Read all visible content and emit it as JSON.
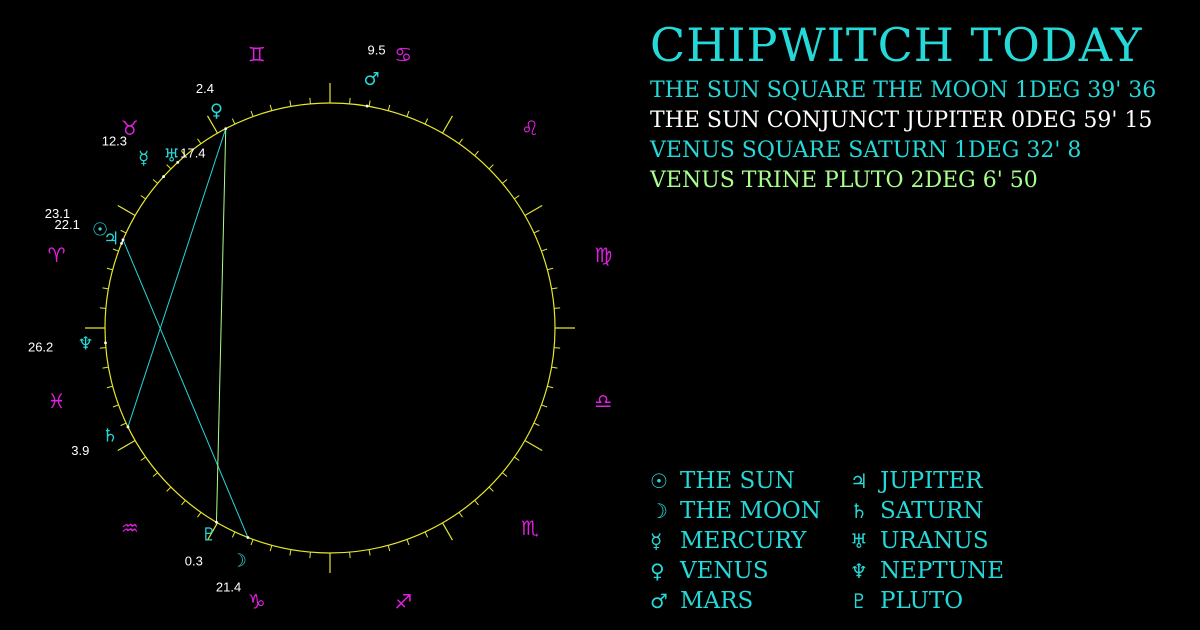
{
  "title": "CHIPWITCH TODAY",
  "aspects": [
    {
      "text": "THE SUN SQUARE THE MOON 1DEG 39' 36",
      "color": "#26d9d9"
    },
    {
      "text": "THE SUN CONJUNCT JUPITER 0DEG 59' 15",
      "color": "#ffffff"
    },
    {
      "text": "VENUS SQUARE SATURN 1DEG 32' 8",
      "color": "#26d9d9"
    },
    {
      "text": "VENUS TRINE PLUTO 2DEG 6' 50",
      "color": "#a8ff8c"
    }
  ],
  "legend": [
    {
      "glyph": "☉",
      "icon": "sun-icon",
      "label": "THE SUN"
    },
    {
      "glyph": "☽",
      "icon": "moon-icon",
      "label": "THE MOON"
    },
    {
      "glyph": "☿",
      "icon": "mercury-icon",
      "label": "MERCURY"
    },
    {
      "glyph": "♀",
      "icon": "venus-icon",
      "label": "VENUS"
    },
    {
      "glyph": "♂",
      "icon": "mars-icon",
      "label": "MARS"
    },
    {
      "glyph": "♃",
      "icon": "jupiter-icon",
      "label": "JUPITER"
    },
    {
      "glyph": "♄",
      "icon": "saturn-icon",
      "label": "SATURN"
    },
    {
      "glyph": "♅",
      "icon": "uranus-icon",
      "label": "URANUS"
    },
    {
      "glyph": "♆",
      "icon": "neptune-icon",
      "label": "NEPTUNE"
    },
    {
      "glyph": "♇",
      "icon": "pluto-icon",
      "label": "PLUTO"
    }
  ],
  "zodiac": [
    {
      "glyph": "♈",
      "name": "aries"
    },
    {
      "glyph": "♉",
      "name": "taurus"
    },
    {
      "glyph": "♊",
      "name": "gemini"
    },
    {
      "glyph": "♋",
      "name": "cancer"
    },
    {
      "glyph": "♌",
      "name": "leo"
    },
    {
      "glyph": "♍",
      "name": "virgo"
    },
    {
      "glyph": "♎",
      "name": "libra"
    },
    {
      "glyph": "♏",
      "name": "scorpio"
    },
    {
      "glyph": "♐",
      "name": "sagittarius"
    },
    {
      "glyph": "♑",
      "name": "capricorn"
    },
    {
      "glyph": "♒",
      "name": "aquarius"
    },
    {
      "glyph": "♓",
      "name": "pisces"
    }
  ],
  "planets": [
    {
      "name": "sun",
      "glyph": "☉",
      "degree": "23.1",
      "longitude": 23.1
    },
    {
      "name": "jupiter",
      "glyph": "♃",
      "degree": "22.1",
      "longitude": 22.1
    },
    {
      "name": "mercury",
      "glyph": "☿",
      "degree": "12.3",
      "longitude": 42.3
    },
    {
      "name": "uranus",
      "glyph": "♅",
      "degree": "17.4",
      "longitude": 47.4
    },
    {
      "name": "venus",
      "glyph": "♀",
      "degree": "2.4",
      "longitude": 62.4
    },
    {
      "name": "mars",
      "glyph": "♂",
      "degree": "9.5",
      "longitude": 99.5
    },
    {
      "name": "moon",
      "glyph": "☽",
      "degree": "21.4",
      "longitude": 291.4
    },
    {
      "name": "pluto",
      "glyph": "♇",
      "degree": "0.3",
      "longitude": 300.3
    },
    {
      "name": "saturn",
      "glyph": "♄",
      "degree": "3.9",
      "longitude": 333.9
    },
    {
      "name": "neptune",
      "glyph": "♆",
      "degree": "26.2",
      "longitude": 356.2
    }
  ],
  "aspect_lines": [
    {
      "from": "sun",
      "to": "moon",
      "color": "#26d9d9"
    },
    {
      "from": "sun",
      "to": "jupiter",
      "color": "#ffffff"
    },
    {
      "from": "venus",
      "to": "saturn",
      "color": "#26d9d9"
    },
    {
      "from": "venus",
      "to": "pluto",
      "color": "#a8ff8c"
    }
  ],
  "colors": {
    "accent": "#26d9d9",
    "zodiac": "#e020e0",
    "wheel": "#e6e62e",
    "degree_text": "#ffffff"
  }
}
